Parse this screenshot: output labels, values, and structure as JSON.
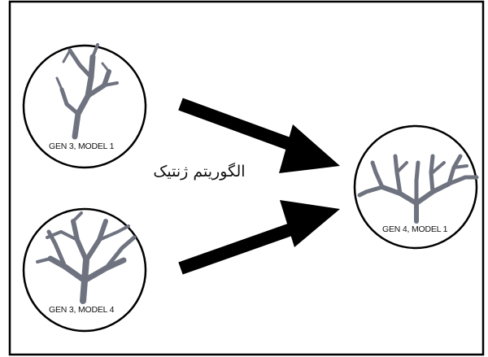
{
  "nodes": [
    {
      "id": "gen3-model1",
      "label": "GEN 3, MODEL 1"
    },
    {
      "id": "gen3-model4",
      "label": "GEN 3, MODEL 4"
    },
    {
      "id": "gen4-model1",
      "label": "GEN 4, MODEL 1"
    }
  ],
  "edges": [
    {
      "from": "gen3-model1",
      "to": "gen4-model1"
    },
    {
      "from": "gen3-model4",
      "to": "gen4-model1"
    }
  ],
  "caption": "الگوریتم ژنتیک",
  "colors": {
    "frame": "#000000",
    "arrow": "#000000",
    "plant": "#6f7380",
    "plant_light": "#9a9ea8"
  }
}
